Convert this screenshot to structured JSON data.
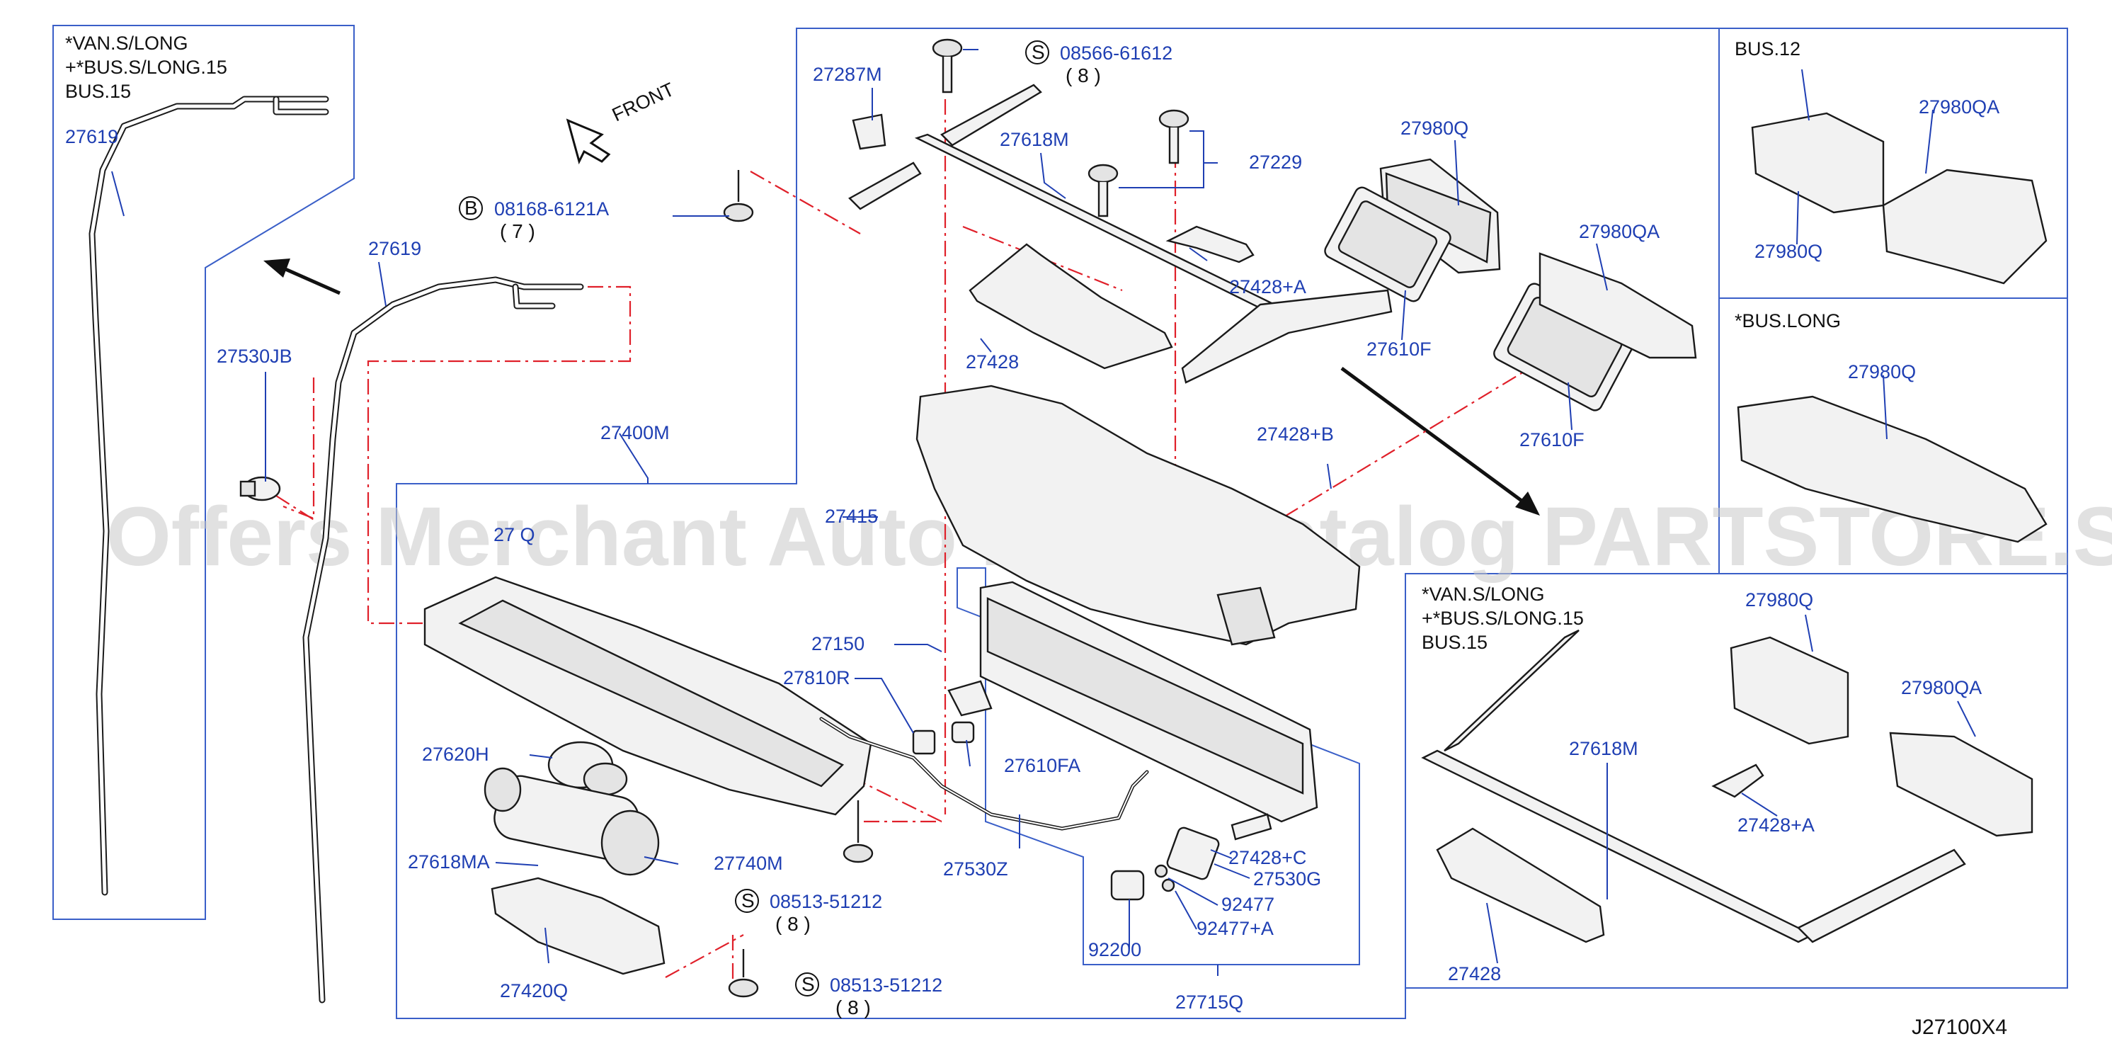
{
  "diagram_code": "J27100X4",
  "watermark": "Offers Merchant Auto Parts Catalog PARTSTORE.SA",
  "direction_label": "FRONT",
  "variant_notes": {
    "left_panel": [
      "*VAN.S/LONG",
      "+*BUS.S/LONG.15",
      "BUS.15"
    ],
    "bus12_panel": [
      "BUS.12"
    ],
    "buslong_panel": [
      "*BUS.LONG"
    ],
    "right_panel": [
      "*VAN.S/LONG",
      "+*BUS.S/LONG.15",
      "BUS.15"
    ]
  },
  "bolts": [
    {
      "prefix": "S",
      "number": "08566-61612",
      "qty": "( 8 )"
    },
    {
      "prefix": "B",
      "number": "08168-6121A",
      "qty": "( 7 )"
    },
    {
      "prefix": "S",
      "number": "08513-51212",
      "qty": "( 8 )"
    },
    {
      "prefix": "S",
      "number": "08513-51212",
      "qty": "( 8 )"
    }
  ],
  "part_labels": {
    "p27619_left": "27619",
    "p27619_mid": "27619",
    "p27530JB": "27530JB",
    "p27400M": "27400M",
    "p27287M": "27287M",
    "p27618M_top": "27618M",
    "p27229": "27229",
    "p27980Q_top": "27980Q",
    "p27980QA_top": "27980QA",
    "p27428A_top": "27428+A",
    "p27428_top": "27428",
    "p27610F_a": "27610F",
    "p27610F_b": "27610F",
    "p27428B": "27428+B",
    "p27415": "27415",
    "p27_Q_obscured": "27 Q",
    "p27150": "27150",
    "p27810R": "27810R",
    "p27610FA": "27610FA",
    "p27620H": "27620H",
    "p27618MA": "27618MA",
    "p27740M": "27740M",
    "p27530Z": "27530Z",
    "p27420Q": "27420Q",
    "p27428C": "27428+C",
    "p27530G": "27530G",
    "p92477": "92477",
    "p92477A": "92477+A",
    "p92200": "92200",
    "p27715Q": "27715Q",
    "p27980Q_bus12": "27980Q",
    "p27980QA_bus12": "27980QA",
    "p27980Q_buslong": "27980Q",
    "p27980Q_right": "27980Q",
    "p27980QA_right": "27980QA",
    "p27618M_right": "27618M",
    "p27428A_right": "27428+A",
    "p27428_right": "27428"
  },
  "colors": {
    "label_blue": "#1f3fb3",
    "frame_blue": "#3a5fc8",
    "dash_red": "#e0202a"
  }
}
